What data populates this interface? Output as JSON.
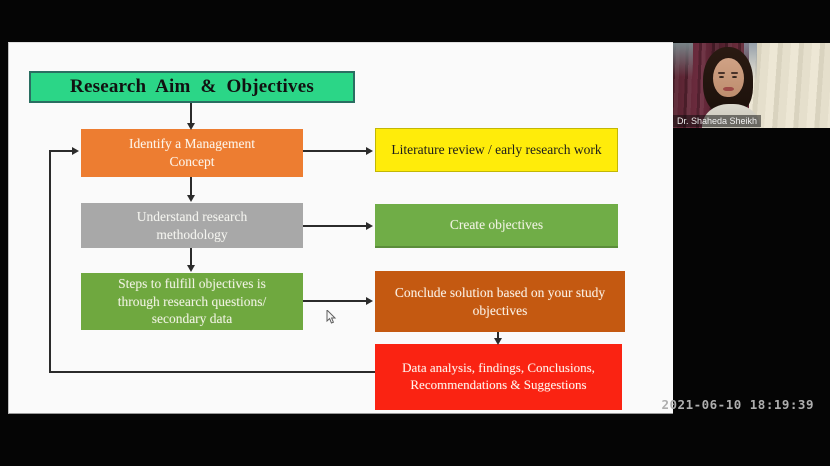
{
  "slide": {
    "title": {
      "label": "Research Aim & Objectives",
      "bg": "#2BD687",
      "border": "#2A6E61"
    }
  },
  "flowchart": {
    "nodes": [
      {
        "id": "identify",
        "label": "Identify a Management Concept",
        "bg": "#ED7D31",
        "fg": "#FDF5EA"
      },
      {
        "id": "literature",
        "label": "Literature review / early research work",
        "bg": "#FFEC0A",
        "fg": "#1C1C1C"
      },
      {
        "id": "understand",
        "label": "Understand research methodology",
        "bg": "#A8A8A8",
        "fg": "#F4F4EF"
      },
      {
        "id": "create",
        "label": "Create objectives",
        "bg": "#70AD47",
        "fg": "#F1F3E3"
      },
      {
        "id": "steps",
        "label": "Steps to fulfill objectives is through research questions/ secondary data",
        "bg": "#6FA83F",
        "fg": "#F1F3E3"
      },
      {
        "id": "conclude",
        "label": "Conclude solution based on your study objectives",
        "bg": "#C45911",
        "fg": "#FCF2E6"
      },
      {
        "id": "data-analysis",
        "label": "Data analysis, findings, Conclusions, Recommendations & Suggestions",
        "bg": "#FA2312",
        "fg": "#FFF5EE"
      }
    ]
  },
  "webcam": {
    "name_label": "Dr. Shaheda Sheikh"
  },
  "status": {
    "timestamp": "2021-06-10  18:19:39"
  }
}
